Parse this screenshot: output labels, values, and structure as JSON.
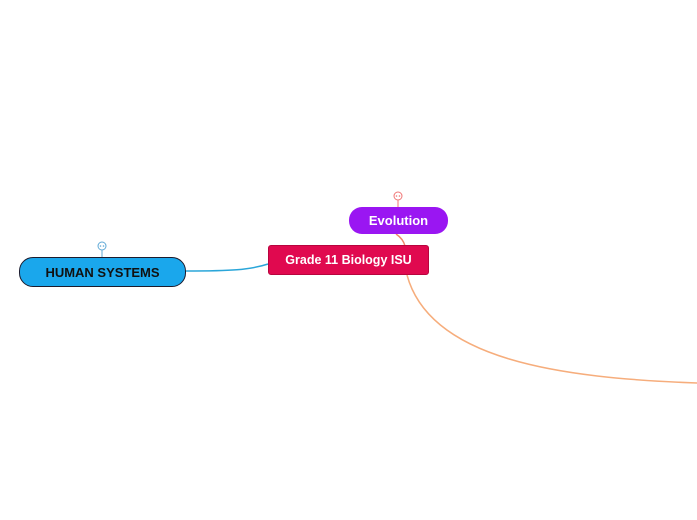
{
  "mindmap": {
    "central_topic": "Grade 11 Biology ISU",
    "branches": [
      {
        "label": "Evolution",
        "fill_color": "#9a16f2",
        "connector_color": "#f0876a",
        "icon": "expand-toggle-icon"
      },
      {
        "label": "HUMAN SYSTEMS",
        "fill_color": "#1aa7ec",
        "connector_color": "#2aa6d9",
        "icon": "expand-toggle-icon"
      }
    ],
    "outgoing_connector_color": "#f6ad7c",
    "central_fill_color": "#e0094f"
  }
}
